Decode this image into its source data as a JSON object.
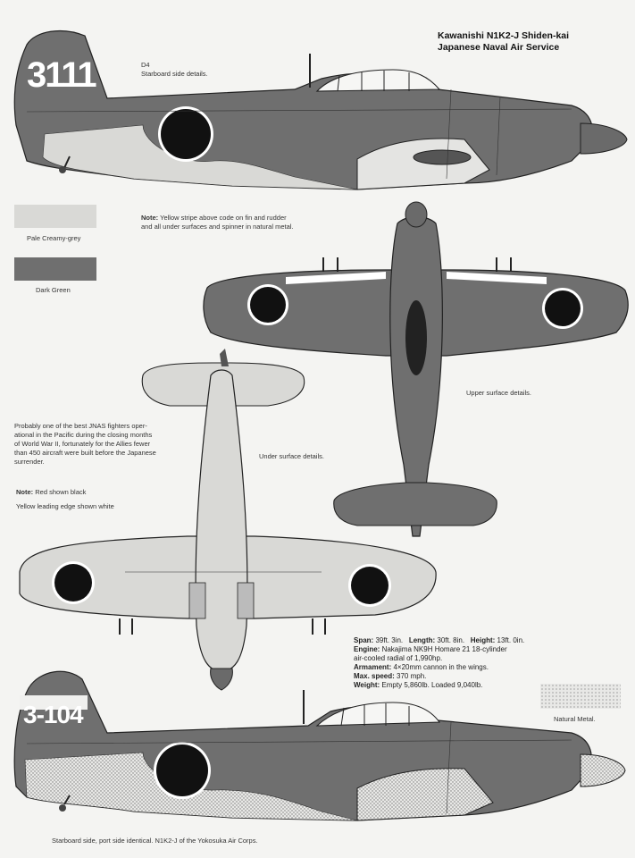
{
  "header": {
    "title_line1": "Kawanishi N1K2-J Shiden-kai",
    "title_line2": "Japanese Naval Air Service"
  },
  "top_profile": {
    "ref_code": "D4",
    "caption": "Starboard side details.",
    "tail_code": "3111"
  },
  "note_top": {
    "label": "Note:",
    "text_line1": "Yellow stripe above code on fin and rudder",
    "text_line2": "and all under surfaces and spinner in natural metal."
  },
  "swatches": [
    {
      "label": "Pale Creamy-grey",
      "color": "#d9d9d6"
    },
    {
      "label": "Dark Green",
      "color": "#6f6f6f"
    }
  ],
  "upper_view": {
    "caption": "Upper surface details."
  },
  "under_view": {
    "caption": "Under surface details."
  },
  "description": {
    "line1": "Probably one of the best JNAS fighters oper-",
    "line2": "ational in the Pacific during the closing months",
    "line3": "of World War II, fortunately for the Allies fewer",
    "line4": "than 450 aircraft were built before the Japanese",
    "line5": "surrender."
  },
  "note_mid": {
    "label": "Note:",
    "line1": "Red shown black",
    "line2": "Yellow leading edge shown white"
  },
  "specs": {
    "span_label": "Span:",
    "span_value": "39ft. 3in.",
    "length_label": "Length:",
    "length_value": "30ft. 8in.",
    "height_label": "Height:",
    "height_value": "13ft. 0in.",
    "engine_label": "Engine:",
    "engine_value": "Nakajima NK9H Homare 21 18-cylinder",
    "engine_value2": "air-cooled radial of 1,990hp.",
    "armament_label": "Armament:",
    "armament_value": "4×20mm cannon in the wings.",
    "speed_label": "Max. speed:",
    "speed_value": "370 mph.",
    "weight_label": "Weight:",
    "weight_value": "Empty 5,860lb.   Loaded 9,040lb."
  },
  "natural_metal": {
    "label": "Natural Metal."
  },
  "bottom_profile": {
    "tail_code": "3-104",
    "caption": "Starboard side, port side identical. N1K2-J of the Yokosuka Air Corps."
  }
}
